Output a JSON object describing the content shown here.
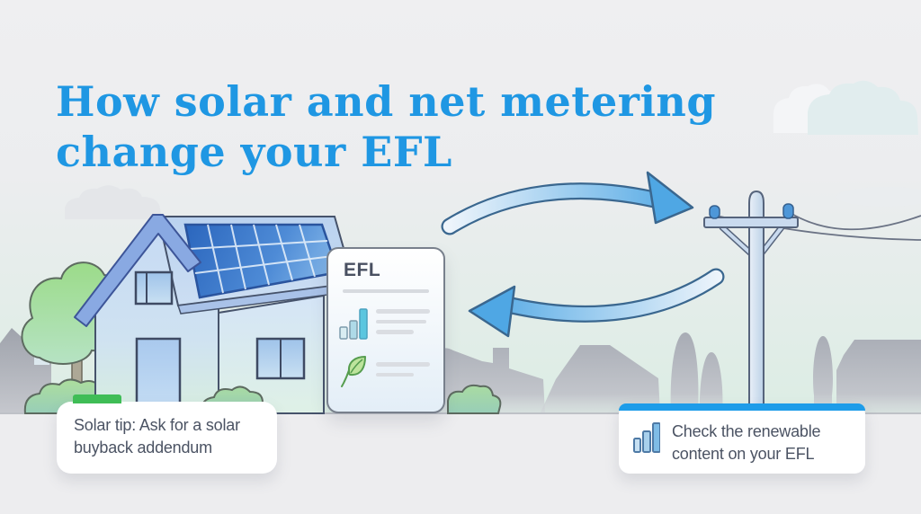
{
  "title": {
    "line1": "How solar and net metering",
    "line2": "change your EFL"
  },
  "efl_card": {
    "heading": "EFL",
    "icons": [
      "bar-chart-icon",
      "leaf-icon"
    ]
  },
  "tips": {
    "left": {
      "line1": "Solar tip: Ask for a solar",
      "line2": "buyback addendum"
    },
    "right": {
      "line1": "Check the renewable",
      "line2": "content on your EFL",
      "icon": "bar-chart-icon"
    }
  },
  "scene": {
    "left_illustration": "house-with-solar-panels",
    "right_illustration": "utility-pole-with-power-lines",
    "arrow_top": "arrow-house-to-grid",
    "arrow_bottom": "arrow-grid-to-house"
  },
  "colors": {
    "title_blue": "#1F97E3",
    "accent_green": "#3FBD56",
    "accent_blue": "#1D9CE9",
    "card_text": "#4B5363",
    "background": "#EDEDEF",
    "ground_line": "#BEC1C7",
    "arrow_blue": "#4FA7E4",
    "solar_panel_blue": "#2B66BD",
    "sky_mint": "#DCEDE4"
  }
}
